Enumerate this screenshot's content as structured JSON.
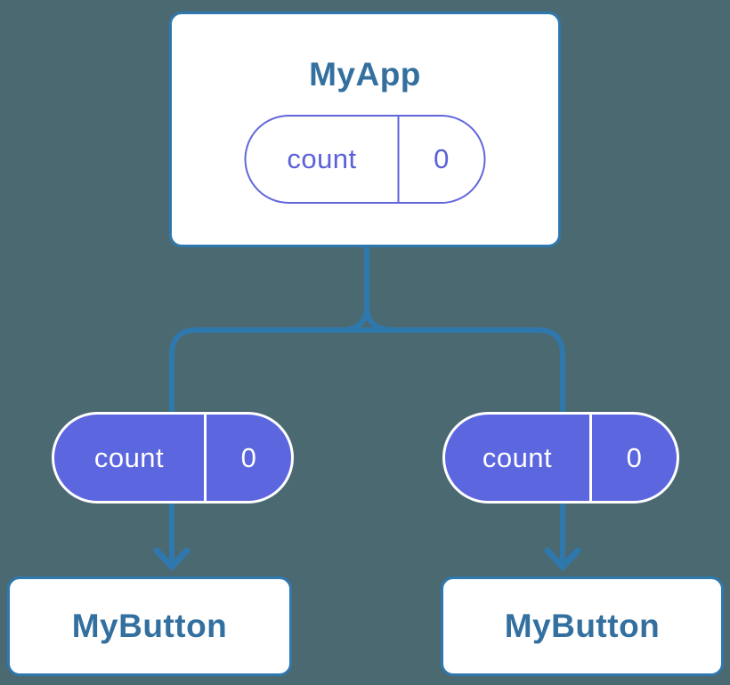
{
  "colors": {
    "background": "#4B6971",
    "line_blue": "#2F78AE",
    "card_bg": "#FFFFFF",
    "title_text": "#33709F",
    "pill_purple": "#5C66DF",
    "pill_outline_border": "#6166DB",
    "pill_outline_text": "#5A61D9",
    "pill_solid_text": "#FFFFFF"
  },
  "diagram": {
    "root": {
      "label": "MyApp",
      "state_pill": {
        "key": "count",
        "value": "0"
      }
    },
    "children": [
      {
        "label": "MyButton",
        "prop_pill": {
          "key": "count",
          "value": "0"
        }
      },
      {
        "label": "MyButton",
        "prop_pill": {
          "key": "count",
          "value": "0"
        }
      }
    ]
  }
}
